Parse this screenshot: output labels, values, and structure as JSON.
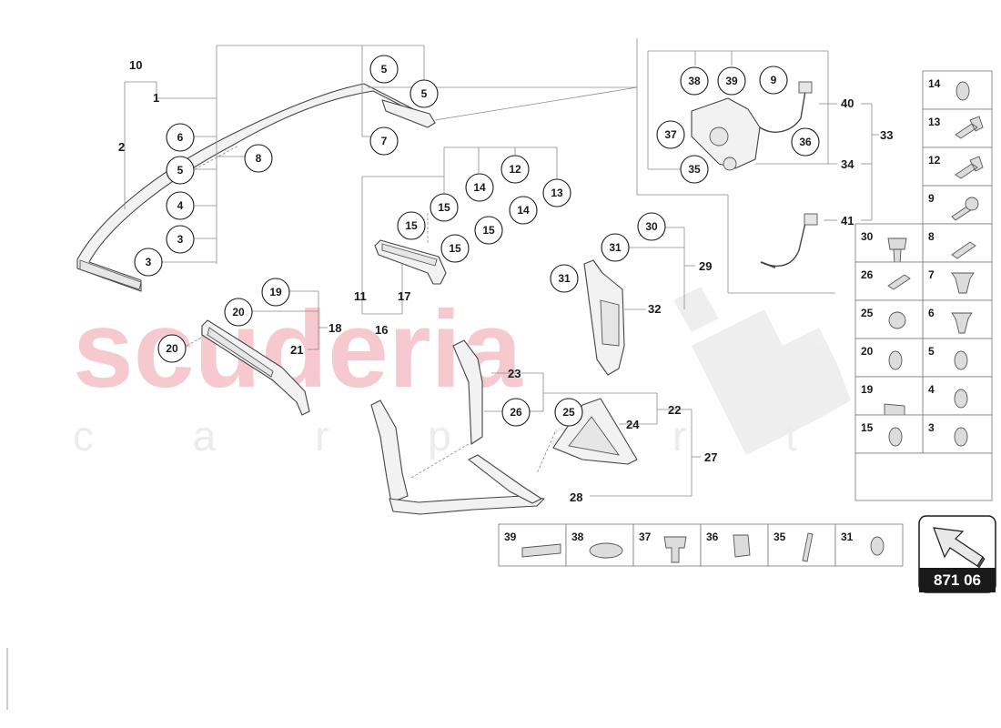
{
  "watermark": {
    "brand": "scuderia",
    "sub": "c a r   p a r t s"
  },
  "diagram_number": "871 06",
  "part_labels": {
    "p1": "1",
    "p2": "2",
    "p10": "10",
    "p11": "11",
    "p16": "16",
    "p17": "17",
    "p18": "18",
    "p21": "21",
    "p22": "22",
    "p23": "23",
    "p24": "24",
    "p27": "27",
    "p28": "28",
    "p29": "29",
    "p32": "32",
    "p33": "33",
    "p34": "34",
    "p40": "40",
    "p41": "41"
  },
  "callouts": {
    "c5a": "5",
    "c5b": "5",
    "c7": "7",
    "c6": "6",
    "c5c": "5",
    "c8": "8",
    "c4": "4",
    "c3a": "3",
    "c3b": "3",
    "c38": "38",
    "c39": "39",
    "c9": "9",
    "c37": "37",
    "c36": "36",
    "c35": "35",
    "c12": "12",
    "c14a": "14",
    "c15a": "15",
    "c13": "13",
    "c14b": "14",
    "c15b": "15",
    "c15c": "15",
    "c15d": "15",
    "c30": "30",
    "c31a": "31",
    "c31b": "31",
    "c19": "19",
    "c20a": "20",
    "c20b": "20",
    "c26": "26",
    "c25": "25"
  },
  "fastener_table": {
    "right": [
      {
        "left": "",
        "right": "14"
      },
      {
        "left": "",
        "right": "13"
      },
      {
        "left": "",
        "right": "12"
      },
      {
        "left": "",
        "right": "9"
      },
      {
        "left": "30",
        "right": "8"
      },
      {
        "left": "26",
        "right": "7"
      },
      {
        "left": "25",
        "right": "6"
      },
      {
        "left": "20",
        "right": "5"
      },
      {
        "left": "19",
        "right": "4"
      },
      {
        "left": "15",
        "right": "3"
      }
    ],
    "bottom": [
      "39",
      "38",
      "37",
      "36",
      "35",
      "31"
    ]
  },
  "icons": {
    "arrow": "navigation-arrow-icon",
    "washer": "washer-icon",
    "screw": "screw-icon",
    "clip": "clip-icon",
    "pin": "pin-icon",
    "tape": "tape-icon"
  }
}
